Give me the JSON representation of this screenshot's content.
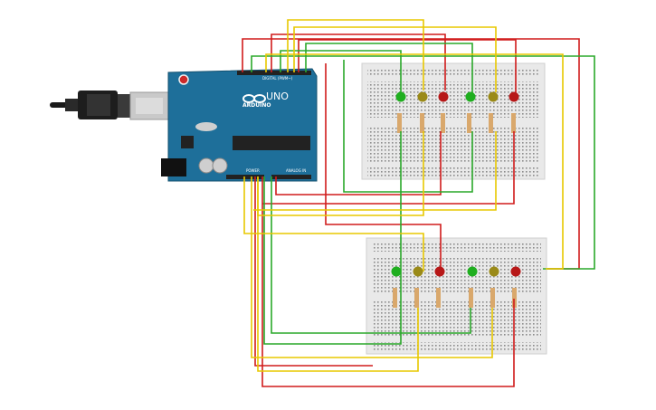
{
  "canvas": {
    "background": "#ffffff"
  },
  "arduino": {
    "model_label": "UNO",
    "brand_label": "ARDUINO",
    "digital_header_label": "DIGITAL (PWM~)",
    "power_label": "POWER",
    "analog_label": "ANALOG IN",
    "board_color": "#1e6f9a"
  },
  "usb_cable": {
    "icon": "usb-cable-icon"
  },
  "colors": {
    "wire_red": "#d01c1c",
    "wire_green": "#2aa82a",
    "wire_yellow": "#e8c800",
    "led_green": "#1fae1f",
    "led_yellow": "#9a8a18",
    "led_red": "#b71818",
    "breadboard": "#e9e9e9"
  },
  "breadboards": [
    {
      "name": "top",
      "leds": [
        "green",
        "yellow",
        "red",
        "green",
        "yellow",
        "red"
      ]
    },
    {
      "name": "bottom",
      "leds": [
        "green",
        "yellow",
        "red",
        "green",
        "yellow",
        "red"
      ]
    }
  ]
}
